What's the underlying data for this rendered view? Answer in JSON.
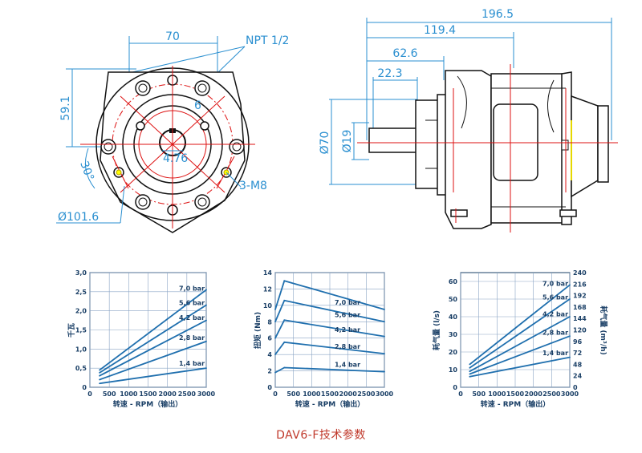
{
  "drawing": {
    "front_view": {
      "dim_width": "70",
      "dim_height": "59.1",
      "dim_bore": "4.76",
      "dim_pcd": "Ø101.6",
      "dim_angle": "30°",
      "port_label": "NPT 1/2",
      "thread_label": "3-M8"
    },
    "side_view": {
      "dim_overall": "196.5",
      "dim_a": "119.4",
      "dim_b": "62.6",
      "dim_c": "22.3",
      "dim_flange": "Ø70",
      "dim_shaft": "Ø19"
    }
  },
  "caption": "DAV6-F技术参数",
  "chart_data": [
    {
      "type": "line",
      "ylabel": "千瓦",
      "xlabel": "转速 - RPM（输出）",
      "xlim": [
        0,
        3000
      ],
      "ylim": [
        0,
        3.0
      ],
      "xticks": [
        "0",
        "500",
        "1000",
        "1500",
        "2000",
        "2500",
        "3000"
      ],
      "yticks": [
        "0",
        "0,5",
        "1,0",
        "1,5",
        "2,0",
        "2,5",
        "3,0"
      ],
      "grid": true,
      "series": [
        {
          "name": "7,0 bar",
          "x": [
            250,
            3000
          ],
          "y": [
            0.45,
            2.55
          ]
        },
        {
          "name": "5,6 bar",
          "x": [
            250,
            3000
          ],
          "y": [
            0.38,
            2.15
          ]
        },
        {
          "name": "4,2 bar",
          "x": [
            250,
            3000
          ],
          "y": [
            0.3,
            1.75
          ]
        },
        {
          "name": "2,8 bar",
          "x": [
            250,
            3000
          ],
          "y": [
            0.2,
            1.2
          ]
        },
        {
          "name": "1,4 bar",
          "x": [
            250,
            3000
          ],
          "y": [
            0.1,
            0.5
          ]
        }
      ]
    },
    {
      "type": "line",
      "ylabel": "扭矩 (Nm)",
      "xlabel": "转速 - RPM（输出）",
      "xlim": [
        0,
        3000
      ],
      "ylim": [
        0,
        14
      ],
      "xticks": [
        "0",
        "500",
        "1000",
        "1500",
        "2000",
        "2500",
        "3000"
      ],
      "yticks": [
        "0",
        "2",
        "4",
        "6",
        "8",
        "10",
        "12",
        "14"
      ],
      "grid": true,
      "series": [
        {
          "name": "7,0 bar",
          "x": [
            0,
            250,
            3000
          ],
          "y": [
            9.5,
            13.0,
            9.5
          ]
        },
        {
          "name": "5,6 bar",
          "x": [
            0,
            250,
            3000
          ],
          "y": [
            8.0,
            10.6,
            8.0
          ]
        },
        {
          "name": "4,2 bar",
          "x": [
            0,
            250,
            3000
          ],
          "y": [
            6.0,
            8.2,
            6.2
          ]
        },
        {
          "name": "2,8 bar",
          "x": [
            0,
            250,
            3000
          ],
          "y": [
            4.0,
            5.5,
            4.1
          ]
        },
        {
          "name": "1,4 bar",
          "x": [
            0,
            250,
            3000
          ],
          "y": [
            1.8,
            2.4,
            1.9
          ]
        }
      ]
    },
    {
      "type": "line",
      "ylabel": "耗气量 (l/s)",
      "y2label": "耗气量 (m³/h)",
      "xlabel": "转速 - RPM（输出）",
      "xlim": [
        0,
        3000
      ],
      "ylim": [
        0,
        65
      ],
      "y2lim": [
        0,
        240
      ],
      "xticks": [
        "0",
        "500",
        "1000",
        "1500",
        "2000",
        "2500",
        "3000"
      ],
      "yticks": [
        "0",
        "10",
        "20",
        "30",
        "40",
        "50",
        "60"
      ],
      "y2ticks": [
        "0",
        "24",
        "48",
        "72",
        "96",
        "120",
        "144",
        "168",
        "192",
        "216",
        "240"
      ],
      "grid": true,
      "series": [
        {
          "name": "7,0 bar",
          "x": [
            250,
            3000
          ],
          "y": [
            13,
            58
          ]
        },
        {
          "name": "5,6 bar",
          "x": [
            250,
            3000
          ],
          "y": [
            11,
            50
          ]
        },
        {
          "name": "4,2 bar",
          "x": [
            250,
            3000
          ],
          "y": [
            9,
            40
          ]
        },
        {
          "name": "2,8 bar",
          "x": [
            250,
            3000
          ],
          "y": [
            7.5,
            29
          ]
        },
        {
          "name": "1,4 bar",
          "x": [
            250,
            3000
          ],
          "y": [
            6,
            17
          ]
        }
      ]
    }
  ]
}
